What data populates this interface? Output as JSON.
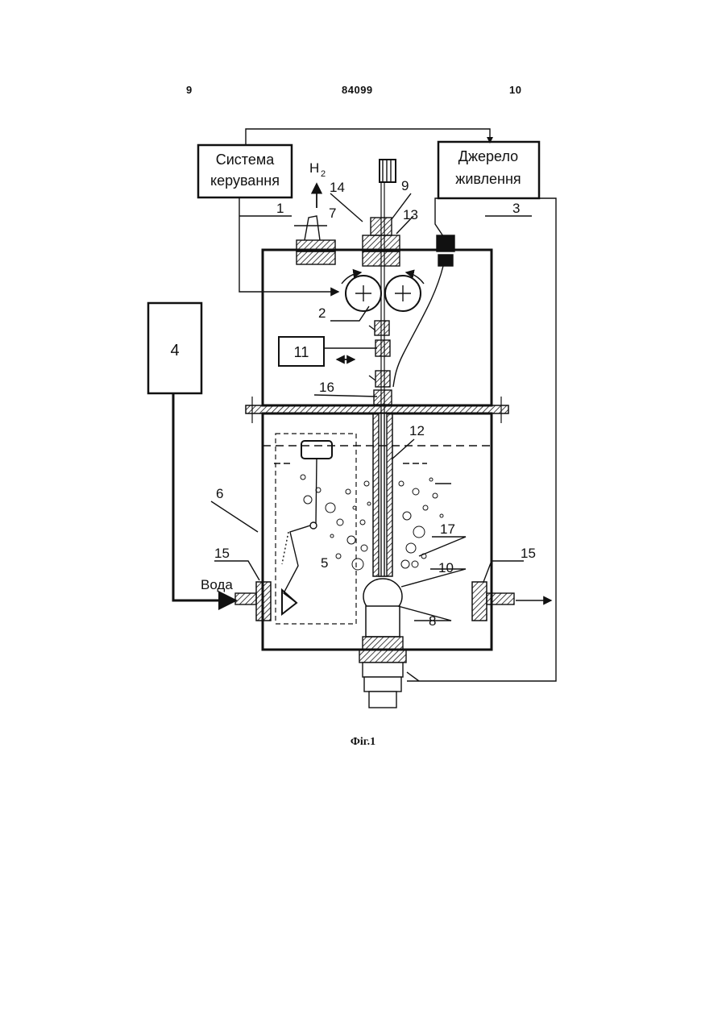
{
  "header": {
    "page_left": "9",
    "patent_number": "84099",
    "page_right": "10"
  },
  "figure": {
    "blocks": {
      "control_system": [
        "Система",
        "керування"
      ],
      "power_source": [
        "Джерело",
        "живлення"
      ],
      "block4": "4",
      "block11": "11"
    },
    "gas": {
      "symbol": "H",
      "subscript": "2"
    },
    "water_label": "Вода",
    "callouts": {
      "c1": "1",
      "c2": "2",
      "c3": "3",
      "c5": "5",
      "c6": "6",
      "c7": "7",
      "c8": "8",
      "c9": "9",
      "c10": "10",
      "c12": "12",
      "c13": "13",
      "c14": "14",
      "c15l": "15",
      "c15r": "15",
      "c16": "16",
      "c17": "17"
    }
  },
  "caption": "Фіг.1"
}
